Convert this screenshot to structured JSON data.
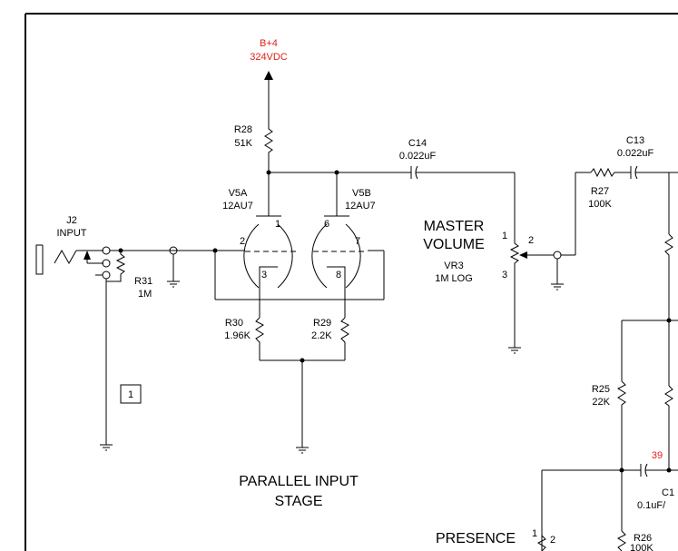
{
  "supply": {
    "label": "B+4",
    "voltage": "324VDC",
    "color": "#e0201a"
  },
  "r28": {
    "ref": "R28",
    "value": "51K"
  },
  "c14": {
    "ref": "C14",
    "value": "0.022uF"
  },
  "c13": {
    "ref": "C13",
    "value": "0.022uF"
  },
  "r27": {
    "ref": "R27",
    "value": "100K"
  },
  "v5a": {
    "ref": "V5A",
    "type": "12AU7",
    "pins": {
      "plate": "1",
      "grid": "2",
      "cathode": "3"
    }
  },
  "v5b": {
    "ref": "V5B",
    "type": "12AU7",
    "pins": {
      "plate": "6",
      "grid": "7",
      "cathode": "8"
    }
  },
  "j2": {
    "ref": "J2",
    "label": "INPUT"
  },
  "r31": {
    "ref": "R31",
    "value": "1M"
  },
  "r30": {
    "ref": "R30",
    "value": "1.96K"
  },
  "r29": {
    "ref": "R29",
    "value": "2.2K"
  },
  "master": {
    "line1": "MASTER",
    "line2": "VOLUME",
    "ref": "VR3",
    "value": "1M LOG",
    "pin1": "1",
    "pin2": "2",
    "pin3": "3"
  },
  "box_marker": "1",
  "stage_title": {
    "line1": "PARALLEL INPUT",
    "line2": "STAGE"
  },
  "r25": {
    "ref": "R25",
    "value": "22K"
  },
  "node39": {
    "label": "39",
    "color": "#e0201a"
  },
  "c11_partial": {
    "ref": "C1",
    "value": "0.1uF/"
  },
  "presence": {
    "label": "PRESENCE",
    "pin1": "1",
    "pin2": "2"
  },
  "r26": {
    "ref": "R26",
    "value": "100K"
  }
}
